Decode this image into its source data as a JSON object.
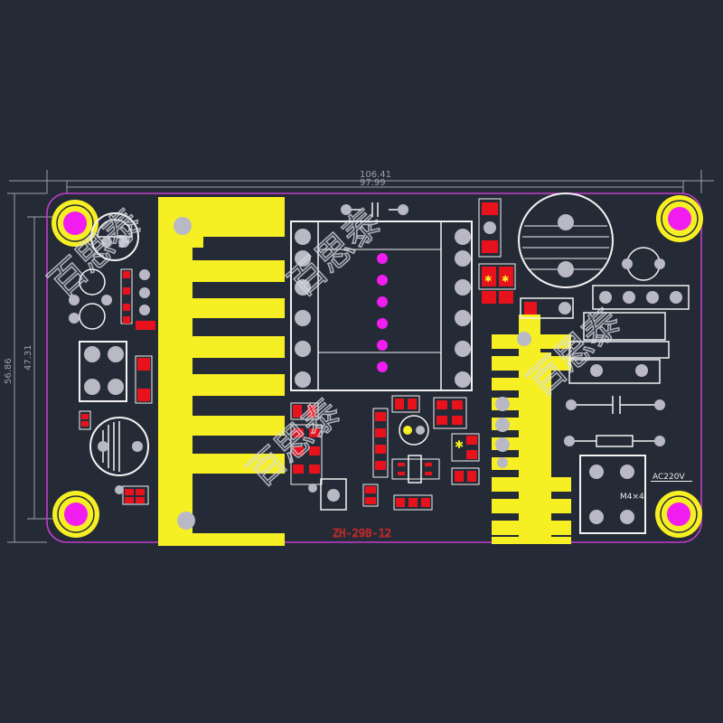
{
  "colors": {
    "background": "#252b36",
    "board_outline": "#c03ccc",
    "copper": "#f6ef23",
    "silkscreen": "#f2f2f2",
    "smd_pad": "#e8121d",
    "via": "#f01cf0",
    "hole": "#b9b9c6",
    "dimension": "#9aa0ab"
  },
  "dimensions": {
    "overall_width": "106.41",
    "inner_width": "97.99",
    "overall_height": "56.86",
    "inner_height": "47.31"
  },
  "labels": {
    "ac_input": "AC220V",
    "mount_hole": "M4×4",
    "board_ref": "ZH-29B-12",
    "watermark": "百思泰"
  }
}
